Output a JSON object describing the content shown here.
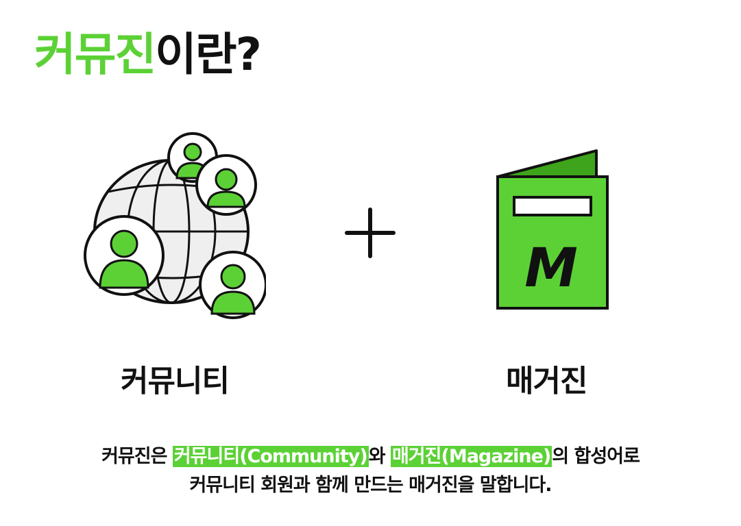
{
  "title": {
    "highlight": "커뮤진",
    "rest": "이란?"
  },
  "labels": {
    "community": "커뮤니티",
    "magazine": "매거진"
  },
  "magazine_icon_letter": "M",
  "description": {
    "line1": {
      "part1": "커뮤진은 ",
      "highlight1": "커뮤니티(Community)",
      "part2": "와 ",
      "highlight2": "매거진(Magazine)",
      "part3": "의 합성어로"
    },
    "line2": "커뮤니티 회원과 함께 만드는 매거진을 말합니다."
  },
  "icons": {
    "community": "globe-people-icon",
    "plus": "plus-icon",
    "magazine": "magazine-icon"
  },
  "colors": {
    "accent": "#5cd136",
    "dark_accent": "#3ea41b",
    "text": "#111111",
    "globe_fill": "#efefef"
  }
}
